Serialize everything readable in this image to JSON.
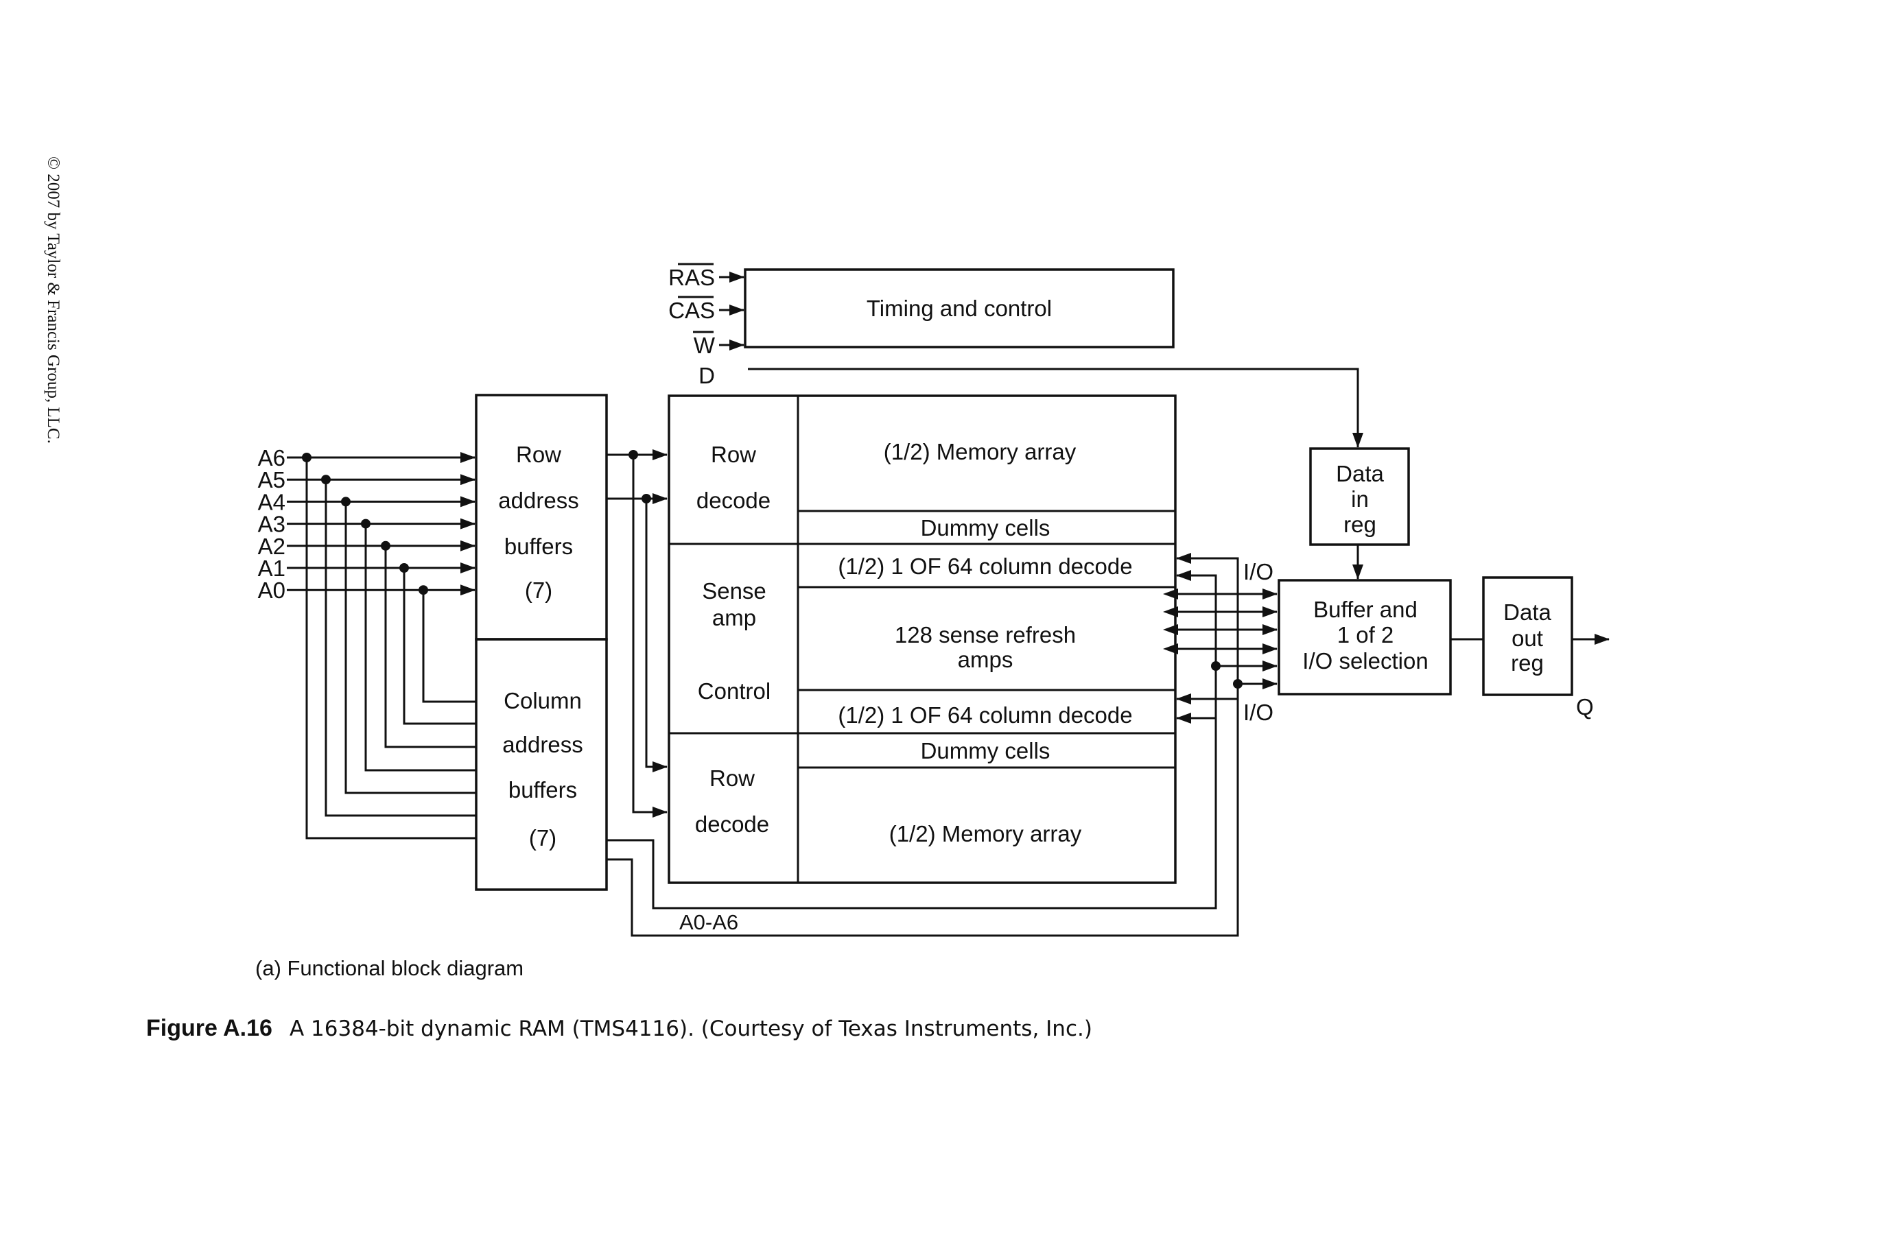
{
  "copyright": "© 2007 by Taylor & Francis Group, LLC.",
  "control_inputs": {
    "ras": "RAS",
    "cas": "CAS",
    "w": "W",
    "d": "D"
  },
  "address_inputs": [
    "A6",
    "A5",
    "A4",
    "A3",
    "A2",
    "A1",
    "A0"
  ],
  "blocks": {
    "timing": "Timing and control",
    "row_address_buffers": [
      "Row",
      "address",
      "buffers",
      "(7)"
    ],
    "column_address_buffers": [
      "Column",
      "address",
      "buffers",
      "(7)"
    ],
    "row_decode_top": [
      "Row",
      "decode"
    ],
    "row_decode_bottom": [
      "Row",
      "decode"
    ],
    "sense_amp_control": [
      "Sense",
      "amp",
      "Control"
    ],
    "memory_array_top": "(1/2) Memory array",
    "dummy_cells_top": "Dummy cells",
    "column_decode_top": "(1/2) 1 OF 64 column decode",
    "sense_refresh_amps": [
      "128 sense refresh",
      "amps"
    ],
    "column_decode_bottom": "(1/2) 1 OF 64 column decode",
    "dummy_cells_bottom": "Dummy cells",
    "memory_array_bottom": "(1/2) Memory array",
    "data_in_reg": [
      "Data",
      "in",
      "reg"
    ],
    "buffer_io_select": [
      "Buffer and",
      "1 of 2",
      "I/O selection"
    ],
    "data_out_reg": [
      "Data",
      "out",
      "reg"
    ]
  },
  "signal_labels": {
    "io_top": "I/O",
    "io_bottom": "I/O",
    "q_output": "Q",
    "column_bus": "A0-A6"
  },
  "subcaption": "(a) Functional block diagram",
  "caption": {
    "label": "Figure A.16",
    "text": "A 16384-bit dynamic RAM (TMS4116). (Courtesy of Texas Instruments, Inc.)"
  }
}
